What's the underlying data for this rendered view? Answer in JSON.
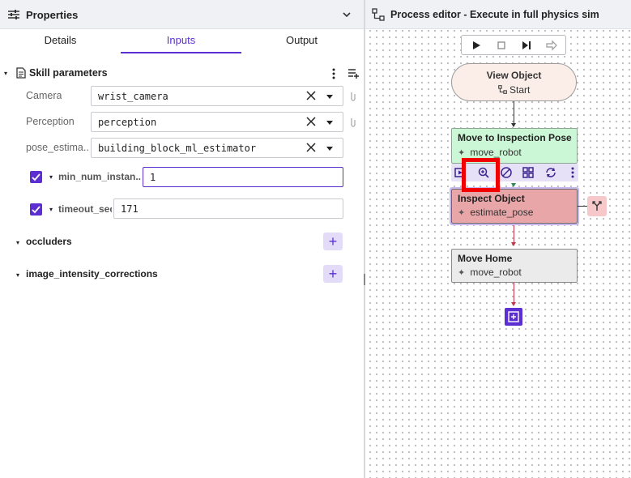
{
  "properties": {
    "title": "Properties",
    "tabs": [
      {
        "label": "Details",
        "active": false
      },
      {
        "label": "Inputs",
        "active": true
      },
      {
        "label": "Output",
        "active": false
      }
    ],
    "skill_parameters": {
      "label": "Skill parameters",
      "rows": [
        {
          "label": "Camera",
          "value": "wrist_camera"
        },
        {
          "label": "Perception",
          "value": "perception"
        },
        {
          "label": "pose_estima...",
          "value": "building_block_ml_estimator"
        }
      ],
      "min_num_instances": {
        "label": "min_num_instan...",
        "value": "1",
        "checked": true
      },
      "timeout": {
        "label": "timeout_sec",
        "value": "171",
        "checked": true
      }
    },
    "occluders": {
      "label": "occluders"
    },
    "image_intensity_corrections": {
      "label": "image_intensity_corrections"
    }
  },
  "process_editor": {
    "title": "Process editor - Execute in full physics sim",
    "nodes": [
      {
        "title": "View Object",
        "subtitle": "Start",
        "color": "#fbeee9"
      },
      {
        "title": "Move to Inspection Pose",
        "subtitle": "move_robot",
        "color": "#ccf7d6"
      },
      {
        "title": "Inspect Object",
        "subtitle": "estimate_pose",
        "color": "#e8a6a8"
      },
      {
        "title": "Move Home",
        "subtitle": "move_robot",
        "color": "#ebebeb"
      }
    ]
  },
  "colors": {
    "accent": "#5b2fd1",
    "highlight": "#f00000"
  }
}
